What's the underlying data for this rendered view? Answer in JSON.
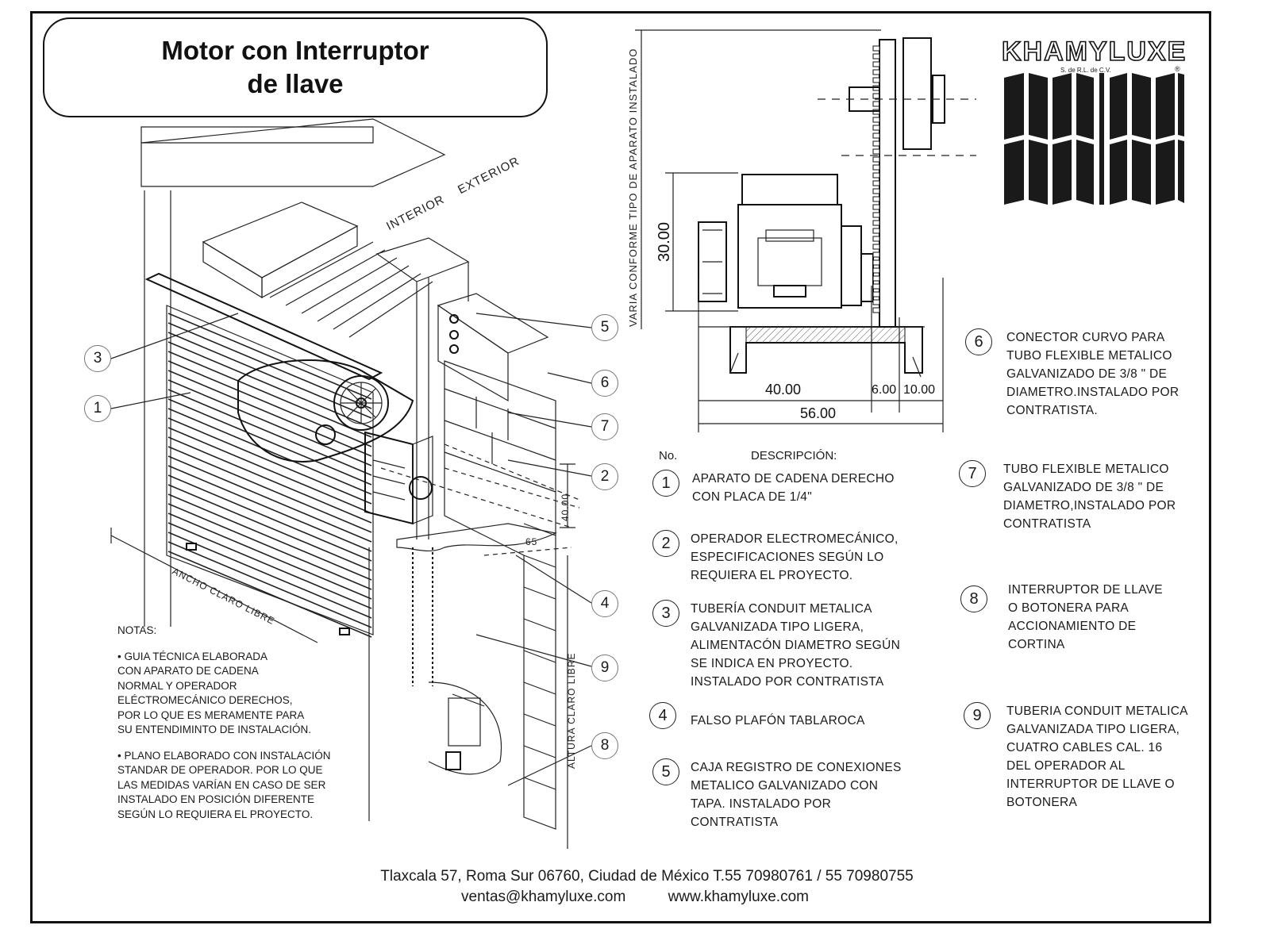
{
  "title": {
    "line1": "Motor con  Interruptor",
    "line2": "de llave"
  },
  "logo": {
    "brand": "KHAMYLUXE",
    "sub": "S. de R.L. de C.V.",
    "reg": "®"
  },
  "iso_labels": {
    "interior": "INTERIOR",
    "exterior": "EXTERIOR",
    "ancho": "ANCHO CLARO LIBRE",
    "altura": "ALTURA CLARO LIBRE",
    "dim_40": "40.00",
    "dim_65": "65"
  },
  "callouts": [
    "1",
    "2",
    "3",
    "4",
    "5",
    "6",
    "7",
    "8",
    "9"
  ],
  "side_view": {
    "vertical_label": "VARIA CONFORME TIPO DE APARATO INSTALADO",
    "dim_height": "30.00",
    "dim_40": "40.00",
    "dim_6": "6.00",
    "dim_10": "10.00",
    "dim_56": "56.00"
  },
  "legend": {
    "col_no": "No.",
    "col_desc": "DESCRIPCIÓN:",
    "items": [
      {
        "n": "1",
        "text": "APARATO DE CADENA DERECHO\nCON PLACA DE  1/4\""
      },
      {
        "n": "2",
        "text": "OPERADOR ELECTROMECÁNICO,\nESPECIFICACIONES SEGÚN LO\nREQUIERA EL PROYECTO."
      },
      {
        "n": "3",
        "text": "TUBERÍA CONDUIT METALICA\nGALVANIZADA TIPO LIGERA,\nALIMENTACÓN DIAMETRO SEGÚN\nSE INDICA EN PROYECTO.\nINSTALADO POR CONTRATISTA"
      },
      {
        "n": "4",
        "text": "FALSO PLAFÓN TABLAROCA"
      },
      {
        "n": "5",
        "text": "CAJA REGISTRO DE CONEXIONES\nMETALICO GALVANIZADO CON\nTAPA. INSTALADO POR\nCONTRATISTA"
      },
      {
        "n": "6",
        "text": "CONECTOR CURVO PARA\nTUBO FLEXIBLE METALICO\nGALVANIZADO DE 3/8 \" DE\nDIAMETRO.INSTALADO POR\n CONTRATISTA."
      },
      {
        "n": "7",
        "text": "TUBO FLEXIBLE  METALICO\nGALVANIZADO DE 3/8 \" DE\nDIAMETRO,INSTALADO POR\nCONTRATISTA"
      },
      {
        "n": "8",
        "text": "INTERRUPTOR DE LLAVE\nO BOTONERA PARA\nACCIONAMIENTO DE\nCORTINA"
      },
      {
        "n": "9",
        "text": "TUBERIA CONDUIT METALICA\nGALVANIZADA TIPO LIGERA,\nCUATRO  CABLES CAL. 16\nDEL OPERADOR AL\nINTERRUPTOR DE LLAVE  O\nBOTONERA"
      }
    ]
  },
  "notes": {
    "heading": "NOTAS:",
    "n1": "•  GUIA TÉCNICA ELABORADA\nCON APARATO DE CADENA\nNORMAL Y OPERADOR\nELÉCTROMECÁNICO DERECHOS,\nPOR LO QUE ES MERAMENTE PARA\nSU ENTENDIMINTO DE INSTALACIÓN.",
    "n2": "•  PLANO ELABORADO CON INSTALACIÓN\nSTANDAR DE OPERADOR. POR LO QUE\nLAS MEDIDAS VARÍAN EN CASO DE SER\nINSTALADO EN POSICIÓN DIFERENTE\nSEGÚN LO REQUIERA EL PROYECTO."
  },
  "footer": {
    "address": "Tlaxcala 57, Roma Sur 06760, Ciudad de México  T.55 70980761 / 55 70980755",
    "email": "ventas@khamyluxe.com",
    "web": "www.khamyluxe.com"
  }
}
